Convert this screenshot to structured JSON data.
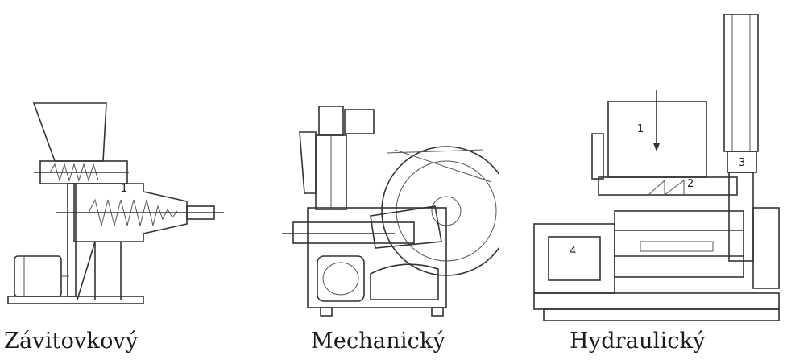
{
  "panels": [
    {
      "caption": "Závitovkový",
      "part_labels": [
        "1"
      ]
    },
    {
      "caption": "Mechanický",
      "part_labels": []
    },
    {
      "caption": "Hydraulický",
      "part_labels": [
        "1",
        "2",
        "3",
        "4"
      ]
    }
  ]
}
